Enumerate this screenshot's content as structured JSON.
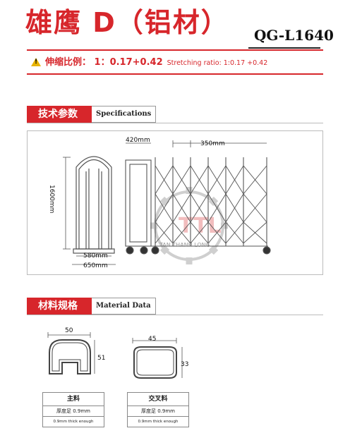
{
  "header": {
    "title": "雄鹰 D（铝材）",
    "model": "QG-L1640"
  },
  "ratio": {
    "cn": "伸缩比例：  1：0.17+0.42",
    "en": "Stretching ratio: 1:0.17 +0.42"
  },
  "specs": {
    "label_cn": "技术参数",
    "label_en": "Specifications",
    "dims": {
      "gap_top": "420mm",
      "span_top": "350mm",
      "height": "1600mm",
      "base_inner": "580mm",
      "base_outer": "650mm"
    },
    "watermark": "TAN THANH LONG"
  },
  "materials": {
    "label_cn": "材料规格",
    "label_en": "Material Data",
    "main": {
      "width": "50",
      "height": "51",
      "name": "主料",
      "thickness_cn": "厚度足 0.9mm",
      "thickness_en": "0.9mm thick enough"
    },
    "cross": {
      "width": "45",
      "height": "33",
      "name": "交叉料",
      "thickness_cn": "厚度足 0.9mm",
      "thickness_en": "0.9mm thick enough"
    }
  },
  "colors": {
    "brand_red": "#d7262b",
    "warning_yellow": "#e8b400"
  }
}
